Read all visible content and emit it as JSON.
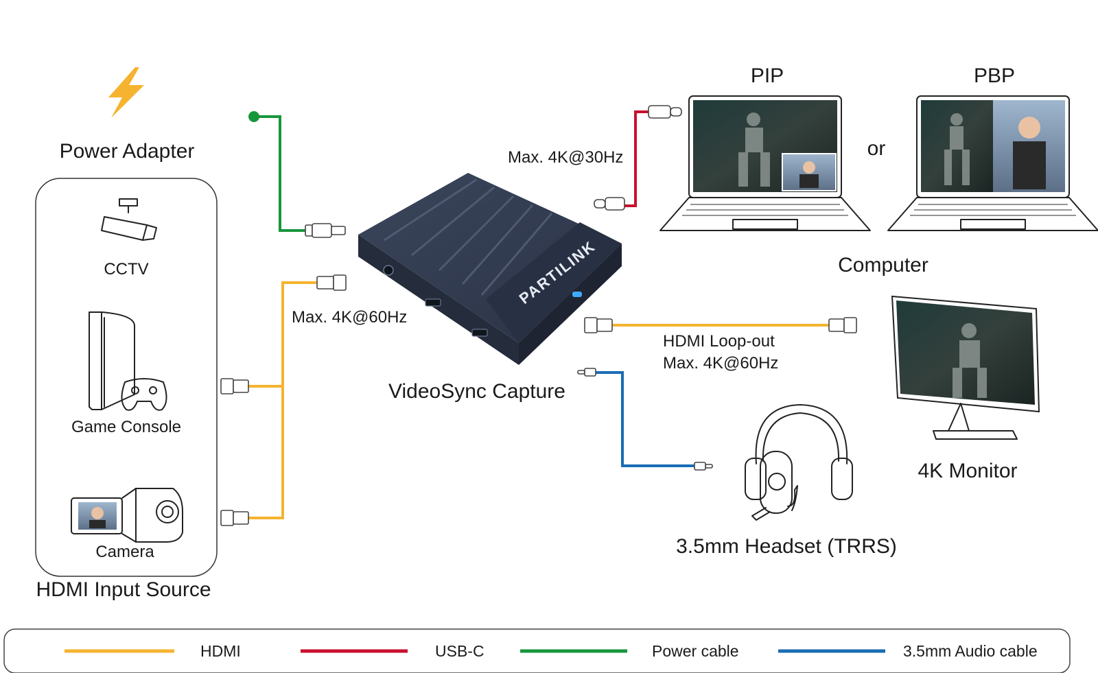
{
  "colors": {
    "hdmi": "#F5B32F",
    "usbc": "#C8102E",
    "power": "#17963C",
    "audio": "#1A6CB4",
    "device_body": "#2C3447",
    "device_top": "#3A4459",
    "bolt": "#F5B32F",
    "led": "#3FA9FF"
  },
  "icons": {
    "power": "lightning-bolt-icon",
    "cctv": "cctv-camera-icon",
    "console": "game-console-icon",
    "camera": "camcorder-icon",
    "laptop": "laptop-icon",
    "monitor": "monitor-icon",
    "headset": "headset-icon"
  },
  "labels": {
    "power_adapter": "Power Adapter",
    "cctv": "CCTV",
    "game_console": "Game Console",
    "camera": "Camera",
    "hdmi_input_source": "HDMI Input Source",
    "device_name": "VideoSync Capture",
    "device_brand": "PARTILINK",
    "hdmi_in_speed": "Max. 4K@60Hz",
    "usbc_speed": "Max. 4K@30Hz",
    "loopout_title": "HDMI Loop-out",
    "loopout_speed": "Max. 4K@60Hz",
    "pip": "PIP",
    "pbp": "PBP",
    "or": "or",
    "computer": "Computer",
    "monitor": "4K Monitor",
    "headset": "3.5mm Headset (TRRS)"
  },
  "legend": [
    {
      "label": "HDMI",
      "color": "#F5B32F"
    },
    {
      "label": "USB-C",
      "color": "#C8102E"
    },
    {
      "label": "Power cable",
      "color": "#17963C"
    },
    {
      "label": "3.5mm Audio cable",
      "color": "#1A6CB4"
    }
  ]
}
